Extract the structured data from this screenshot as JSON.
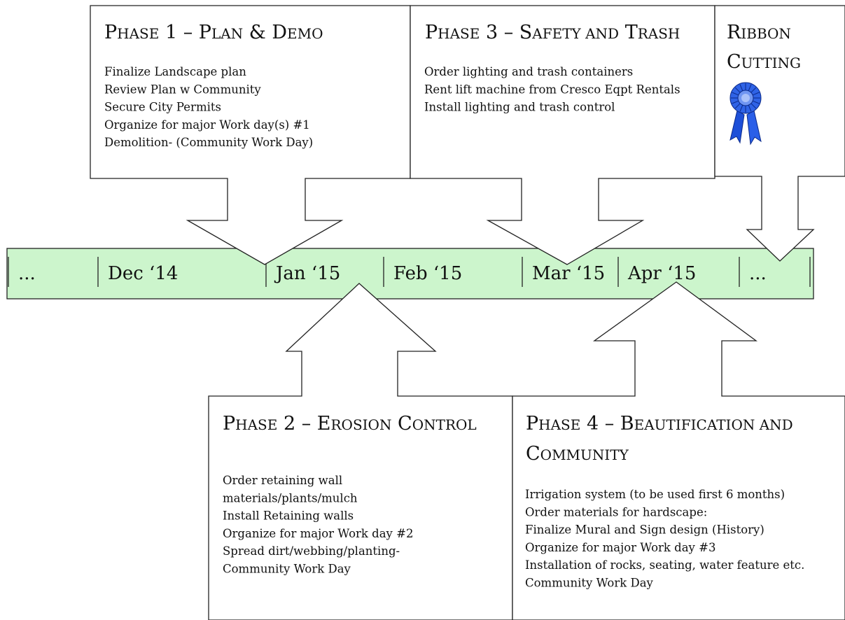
{
  "timeline": {
    "labels": [
      "...",
      "Dec ‘14",
      "Jan ‘15",
      "Feb ‘15",
      "Mar ‘15",
      "Apr ‘15",
      "..."
    ],
    "bar_color": "#ccf5cc"
  },
  "phases": [
    {
      "title_parts": [
        {
          "t": "P"
        },
        {
          "t": "HASE",
          "sc": true
        },
        {
          "t": " 1 – P"
        },
        {
          "t": "LAN",
          "sc": true
        },
        {
          "t": " & D"
        },
        {
          "t": "EMO",
          "sc": true
        }
      ],
      "items": [
        "Finalize Landscape plan",
        "Review Plan w Community",
        "Secure City Permits",
        "Organize for major Work day(s) #1",
        "Demolition- (Community Work Day)"
      ]
    },
    {
      "title_parts": [
        {
          "t": "P"
        },
        {
          "t": "HASE",
          "sc": true
        },
        {
          "t": " 2 – E"
        },
        {
          "t": "ROSION",
          "sc": true
        },
        {
          "t": " C"
        },
        {
          "t": "ONTROL",
          "sc": true
        }
      ],
      "items": [
        "Order retaining wall",
        "materials/plants/mulch",
        "Install Retaining walls",
        "Organize for major Work day #2",
        "Spread dirt/webbing/planting-",
        "Community Work Day"
      ]
    },
    {
      "title_parts": [
        {
          "t": "P"
        },
        {
          "t": "HASE",
          "sc": true
        },
        {
          "t": " 3 – S"
        },
        {
          "t": "AFETY AND",
          "sc": true
        },
        {
          "t": " T"
        },
        {
          "t": "RASH",
          "sc": true
        }
      ],
      "items": [
        "Order lighting and trash containers",
        "Rent lift machine from Cresco Eqpt Rentals",
        "Install lighting and trash control"
      ]
    },
    {
      "title_parts": [
        {
          "t": "P"
        },
        {
          "t": "HASE",
          "sc": true
        },
        {
          "t": " 4 – B"
        },
        {
          "t": "EAUTIFICATION AND",
          "sc": true
        }
      ],
      "title_parts_2": [
        {
          "t": "C"
        },
        {
          "t": "OMMUNITY",
          "sc": true
        }
      ],
      "items": [
        "Irrigation system (to be used first 6 months)",
        "Order materials for hardscape:",
        "Finalize Mural and Sign design (History)",
        "Organize for major Work day #3",
        "Installation of rocks, seating, water feature etc.",
        " Community Work Day"
      ]
    },
    {
      "title_parts": [
        {
          "t": "R"
        },
        {
          "t": "IBBON",
          "sc": true
        }
      ],
      "title_parts_2": [
        {
          "t": "C"
        },
        {
          "t": "UTTING",
          "sc": true
        }
      ],
      "items": []
    }
  ],
  "icons": {
    "ribbon": "award-ribbon-icon",
    "ribbon_color": "#1d4fd8"
  }
}
